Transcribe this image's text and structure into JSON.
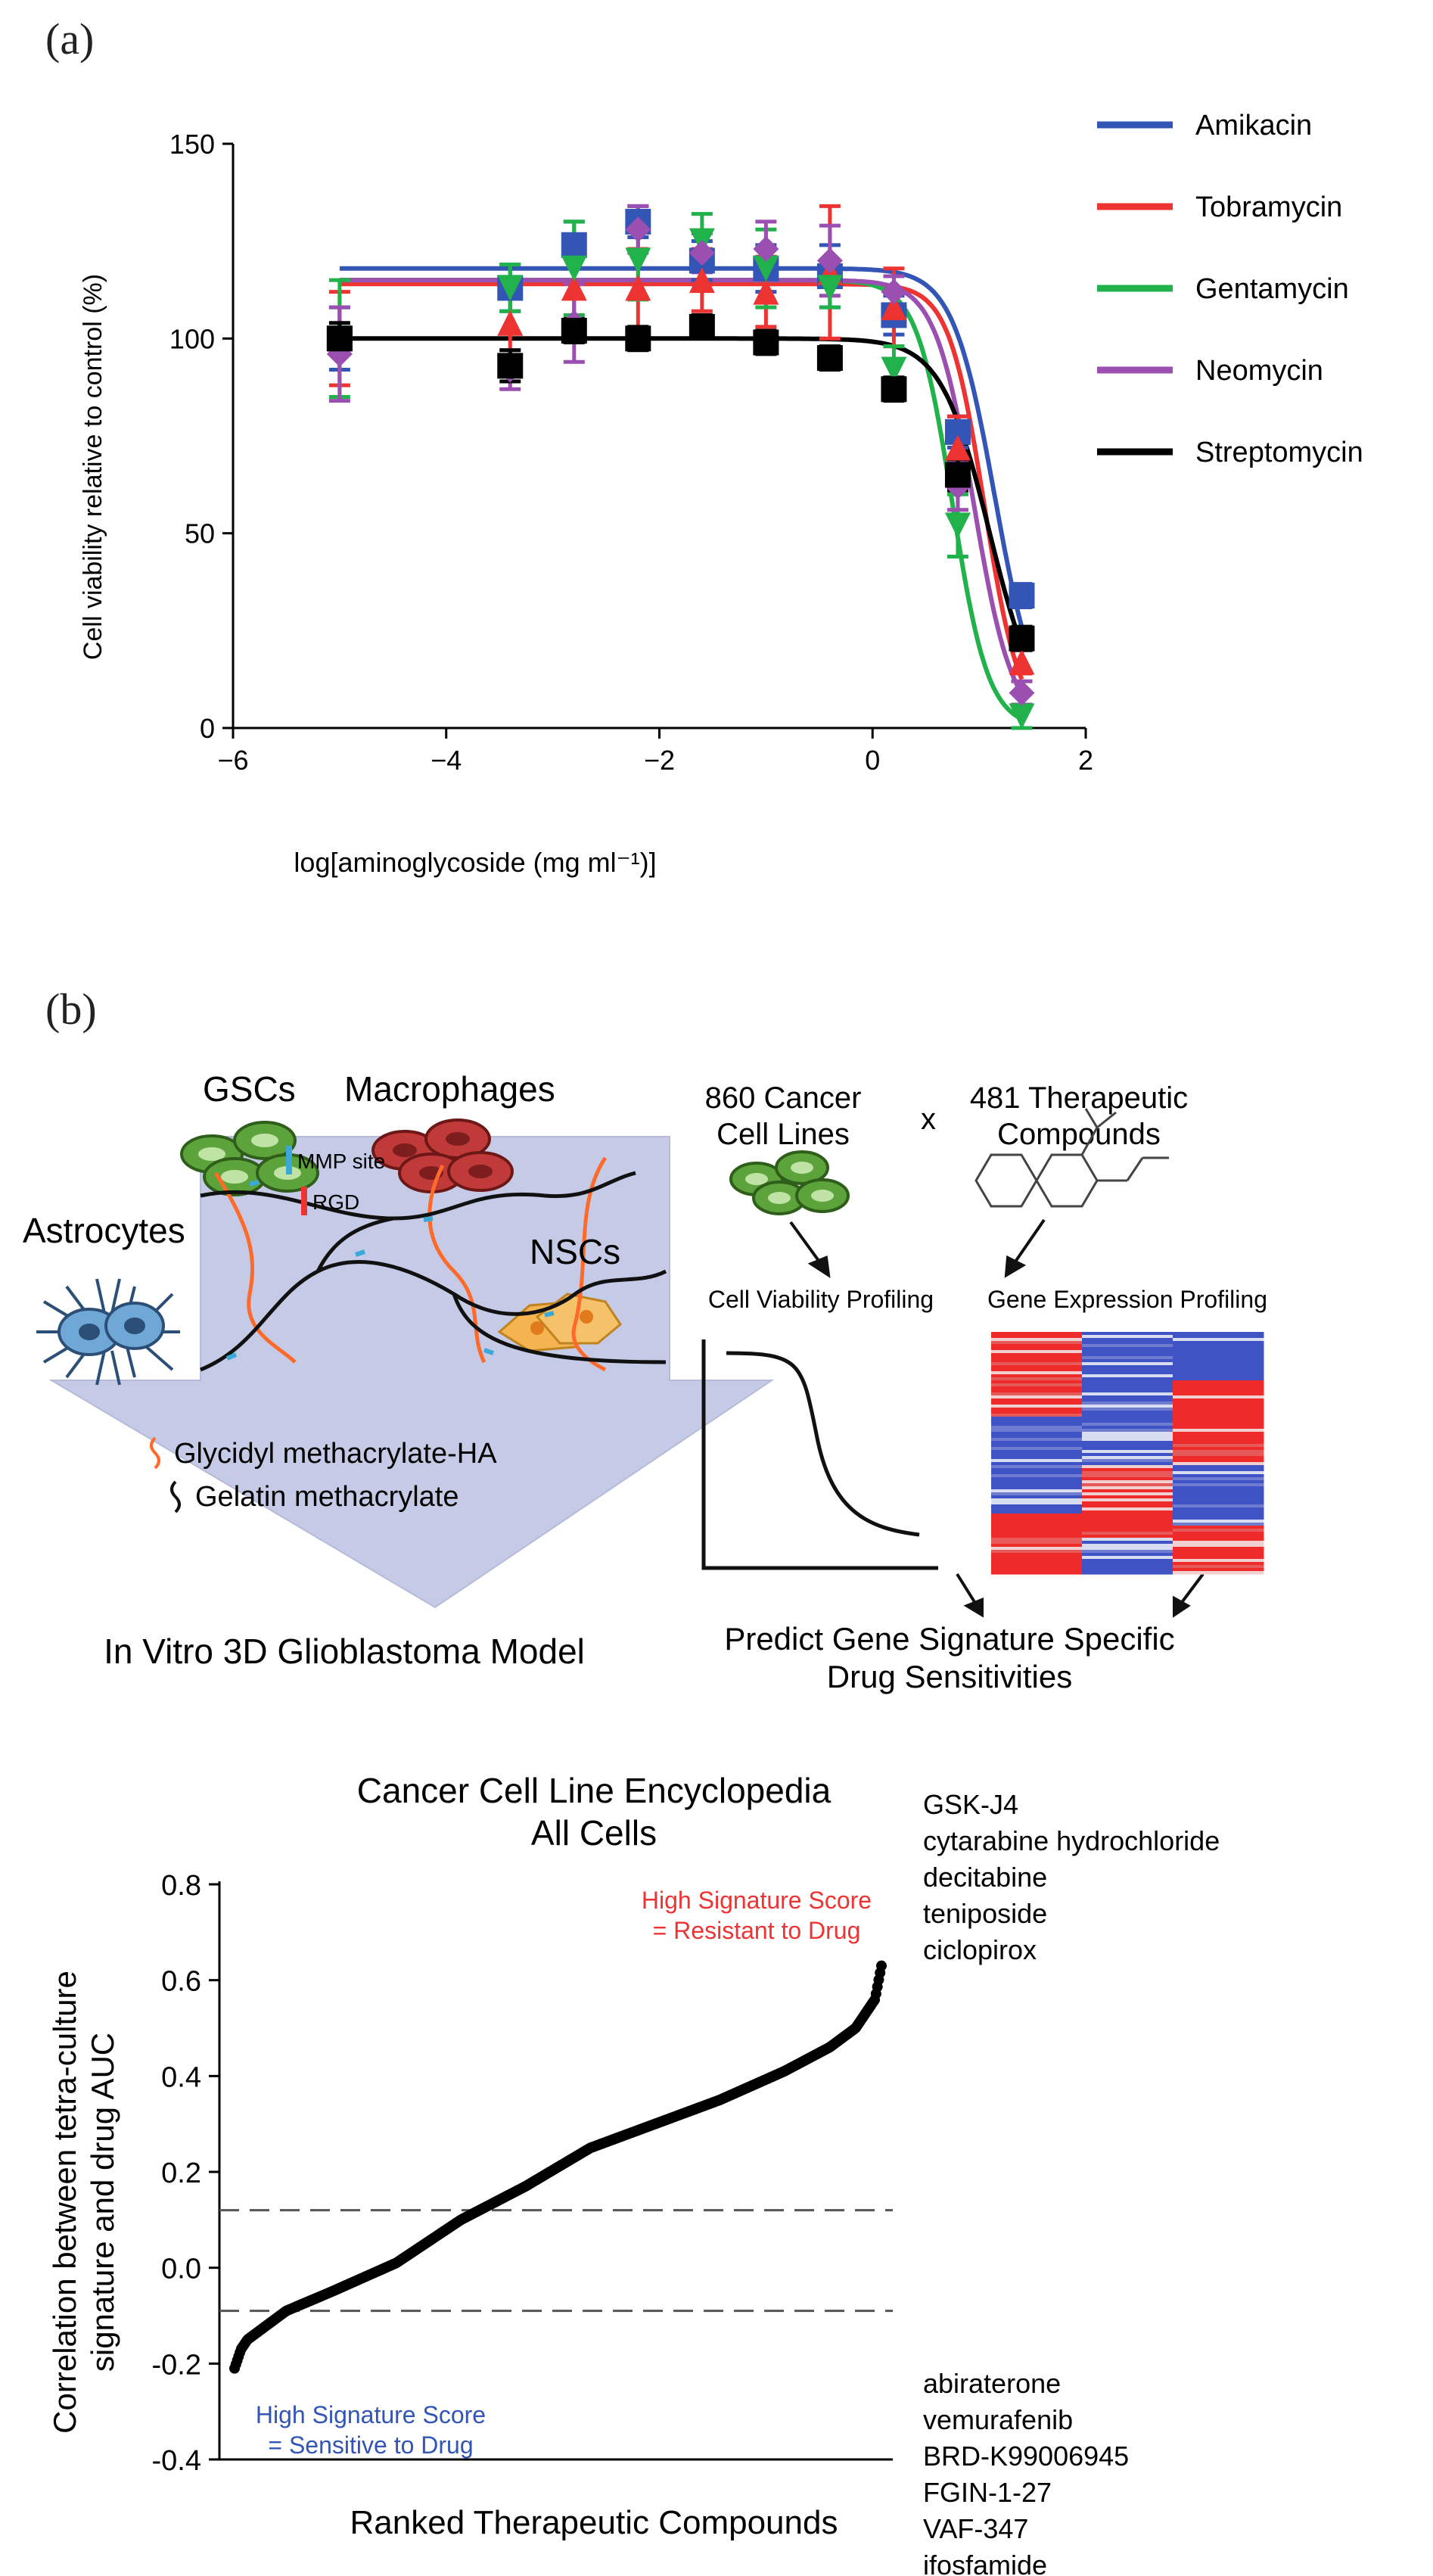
{
  "panel_a": {
    "label": "(a)",
    "chart_data": {
      "type": "line",
      "xlabel": "log[aminoglycoside (mg ml⁻¹)]",
      "ylabel": "Cell viability relative to control (%)",
      "xlim": [
        -6,
        2
      ],
      "ylim": [
        0,
        150
      ],
      "xticks": [
        -6,
        -4,
        -2,
        0,
        2
      ],
      "yticks": [
        0,
        50,
        100,
        150
      ],
      "grid": false,
      "legend_position": "right",
      "x": [
        -5,
        -3.4,
        -2.8,
        -2.2,
        -1.6,
        -1.0,
        -0.4,
        0.2,
        0.8,
        1.4
      ],
      "series": [
        {
          "name": "Amikacin",
          "color": "#3355b5",
          "marker": "square",
          "values": [
            100,
            113,
            124,
            130,
            120,
            118,
            116,
            106,
            76,
            34
          ],
          "errors": [
            8,
            6,
            6,
            4,
            5,
            6,
            8,
            5,
            4,
            3
          ],
          "fit": {
            "top": 118,
            "bottom": 0,
            "ec50_log": 1.15,
            "hill": 2.2
          }
        },
        {
          "name": "Tobramycin",
          "color": "#ee3333",
          "marker": "triangle-up",
          "values": [
            100,
            104,
            113,
            113,
            115,
            112,
            117,
            108,
            72,
            17
          ],
          "errors": [
            12,
            10,
            8,
            10,
            8,
            9,
            17,
            10,
            8,
            3
          ],
          "fit": {
            "top": 114,
            "bottom": 0,
            "ec50_log": 1.05,
            "hill": 2.6
          }
        },
        {
          "name": "Gentamycin",
          "color": "#22b24c",
          "marker": "triangle-down",
          "values": [
            100,
            113,
            118,
            120,
            125,
            118,
            113,
            92,
            52,
            3
          ],
          "errors": [
            15,
            6,
            12,
            10,
            7,
            10,
            5,
            6,
            8,
            3
          ],
          "fit": {
            "top": 115,
            "bottom": 0,
            "ec50_log": 0.75,
            "hill": 2.6
          }
        },
        {
          "name": "Neomycin",
          "color": "#9b4fb0",
          "marker": "diamond",
          "values": [
            96,
            92,
            104,
            128,
            122,
            123,
            120,
            112,
            62,
            9
          ],
          "errors": [
            12,
            5,
            10,
            6,
            5,
            7,
            9,
            4,
            6,
            3
          ],
          "fit": {
            "top": 115,
            "bottom": 0,
            "ec50_log": 0.95,
            "hill": 2.4
          }
        },
        {
          "name": "Streptomycin",
          "color": "#000000",
          "marker": "square",
          "values": [
            100,
            93,
            102,
            100,
            103,
            99,
            95,
            87,
            65,
            23
          ],
          "errors": [
            4,
            4,
            3,
            3,
            3,
            3,
            3,
            3,
            4,
            3
          ],
          "fit": {
            "top": 100,
            "bottom": 0,
            "ec50_log": 1.1,
            "hill": 1.9
          }
        }
      ]
    }
  },
  "panel_b": {
    "label": "(b)",
    "left": {
      "gscs": "GSCs",
      "macrophages": "Macrophages",
      "astrocytes": "Astrocytes",
      "nscs": "NSCs",
      "mmp_site": "MMP site",
      "rgd": "RGD",
      "legend_ha": "Glycidyl methacrylate-HA",
      "legend_gelatin": "Gelatin methacrylate",
      "caption": "In Vitro 3D Glioblastoma Model"
    },
    "right": {
      "cell_lines_line1": "860 Cancer",
      "cell_lines_line2": "Cell Lines",
      "times": "x",
      "compounds_line1": "481 Therapeutic",
      "compounds_line2": "Compounds",
      "viability_profiling": "Cell Viability Profiling",
      "expression_profiling": "Gene Expression Profiling",
      "predict_line1": "Predict Gene Signature Specific",
      "predict_line2": "Drug Sensitivities"
    }
  },
  "panel_c": {
    "chart_data": {
      "type": "scatter",
      "title_line1": "Cancer Cell Line Encyclopedia",
      "title_line2": "All Cells",
      "xlabel": "Ranked Therapeutic Compounds",
      "ylabel_line1": "Correlation between tetra-culture",
      "ylabel_line2": "signature and drug AUC",
      "ylim": [
        -0.4,
        0.8
      ],
      "yticks": [
        -0.4,
        -0.2,
        0.0,
        0.2,
        0.4,
        0.6,
        0.8
      ],
      "ytick_labels": [
        "-0.4",
        "-0.2",
        "0.0",
        "0.2",
        "0.4",
        "0.6",
        "0.8"
      ],
      "n_points": 481,
      "thresholds": [
        0.12,
        -0.09
      ],
      "x_rank": [
        0,
        0.01,
        0.02,
        0.05,
        0.08,
        0.15,
        0.25,
        0.35,
        0.45,
        0.55,
        0.65,
        0.75,
        0.85,
        0.92,
        0.96,
        0.99,
        1.0
      ],
      "y_value": [
        -0.21,
        -0.17,
        -0.15,
        -0.12,
        -0.09,
        -0.05,
        0.01,
        0.1,
        0.17,
        0.25,
        0.3,
        0.35,
        0.41,
        0.46,
        0.5,
        0.56,
        0.63
      ],
      "top_annotation_line1": "High Signature Score",
      "top_annotation_line2": "= Resistant to Drug",
      "bottom_annotation_line1": "High Signature Score",
      "bottom_annotation_line2": "= Sensitive to Drug",
      "top_annotation_color": "#ee3333",
      "bottom_annotation_color": "#3355b5",
      "top_compounds": [
        "GSK-J4",
        "cytarabine hydrochloride",
        "decitabine",
        "teniposide",
        "ciclopirox"
      ],
      "bottom_compounds": [
        "abiraterone",
        "vemurafenib",
        "BRD-K99006945",
        "FGIN-1-27",
        "VAF-347",
        "ifosfamide"
      ]
    }
  }
}
